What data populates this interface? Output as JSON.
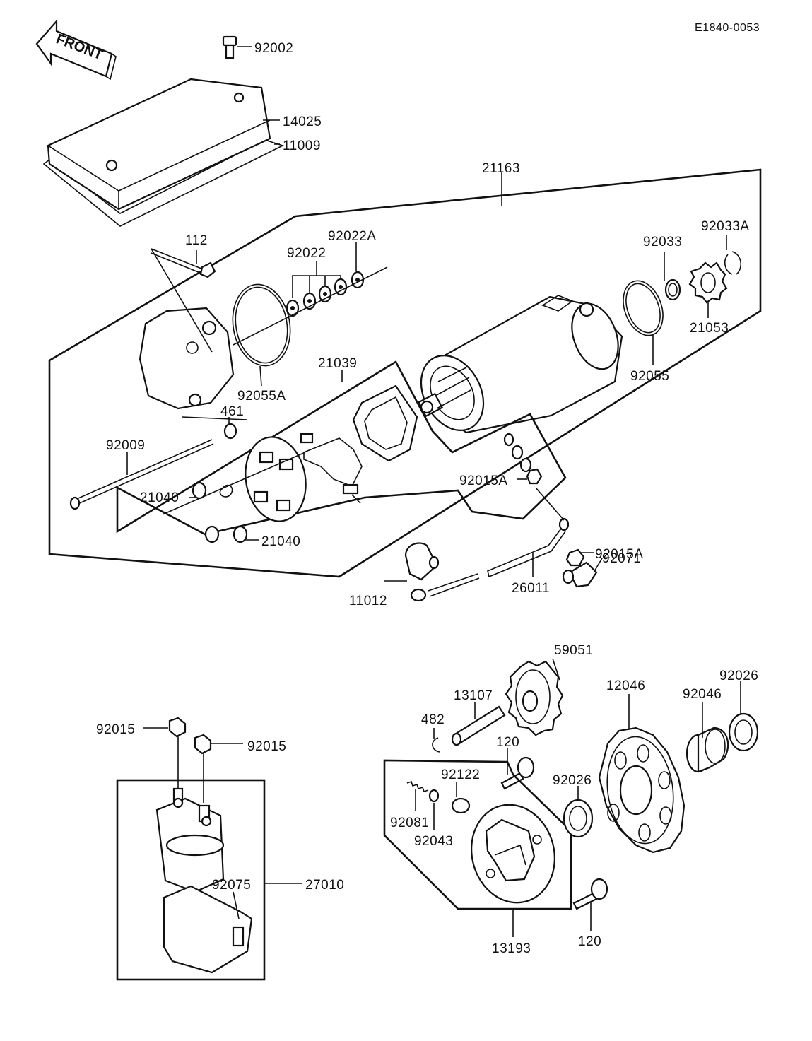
{
  "diagram_code": "E1840-0053",
  "front_label": "FRONT",
  "labels": {
    "p92002": "92002",
    "p14025": "14025",
    "p11009": "11009",
    "p21163": "21163",
    "p112": "112",
    "p92022": "92022",
    "p92022A": "92022A",
    "p92033": "92033",
    "p92033A": "92033A",
    "p21053": "21053",
    "p92055": "92055",
    "p92055A": "92055A",
    "p21039": "21039",
    "p461": "461",
    "p92009": "92009",
    "p21040a": "21040",
    "p21040b": "21040",
    "p92015Aa": "92015A",
    "p92015Ab": "92015A",
    "p92071": "92071",
    "p26011": "26011",
    "p11012": "11012",
    "p59051": "59051",
    "p92026a": "92026",
    "p12046": "12046",
    "p92046": "92046",
    "p13107": "13107",
    "p482": "482",
    "p120a": "120",
    "p92015a": "92015",
    "p92015b": "92015",
    "p92122": "92122",
    "p92026b": "92026",
    "p92081": "92081",
    "p92043": "92043",
    "p92075": "92075",
    "p27010": "27010",
    "p13193": "13193",
    "p120b": "120"
  }
}
